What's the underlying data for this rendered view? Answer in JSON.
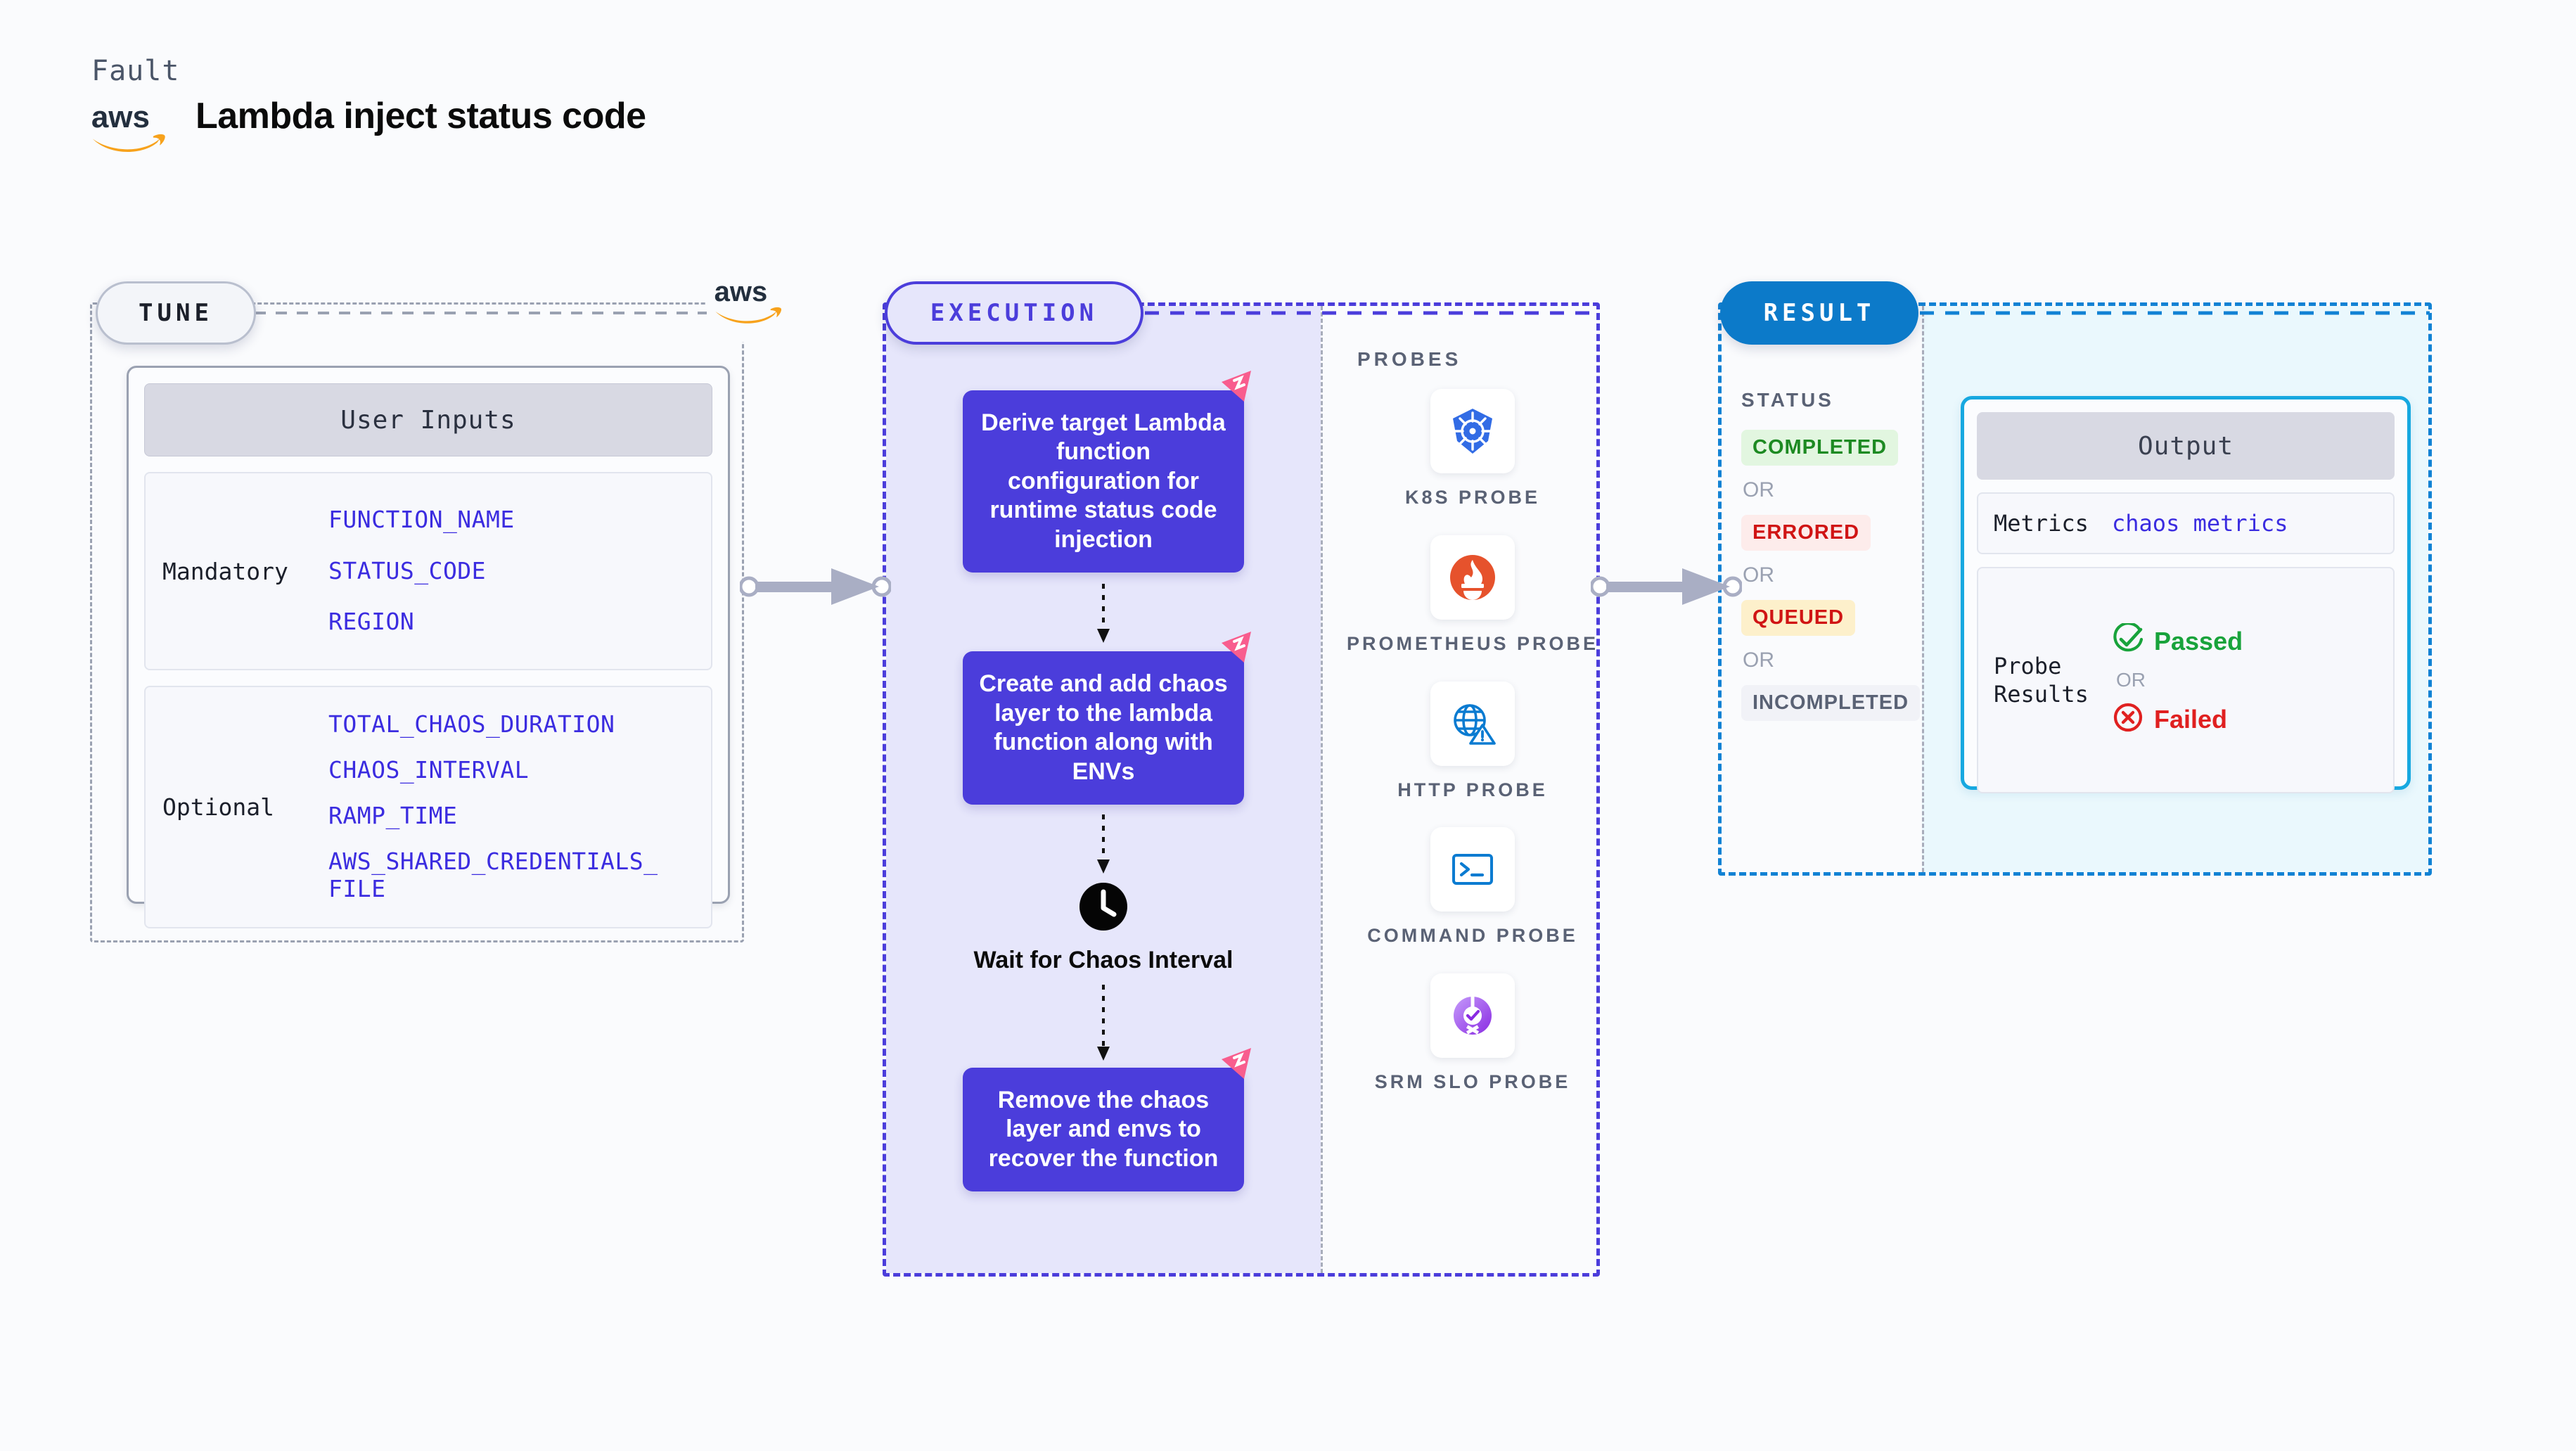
{
  "header": {
    "eyebrow": "Fault",
    "title": "Lambda inject status code",
    "logo_icon": "aws-logo-icon"
  },
  "tune": {
    "pill_label": "TUNE",
    "aws_badge_icon": "aws-logo-icon",
    "card_title": "User Inputs",
    "groups": [
      {
        "label": "Mandatory",
        "params": [
          "FUNCTION_NAME",
          "STATUS_CODE",
          "REGION"
        ]
      },
      {
        "label": "Optional",
        "params": [
          "TOTAL_CHAOS_DURATION",
          "CHAOS_INTERVAL",
          "RAMP_TIME",
          "AWS_SHARED_CREDENTIALS_\nFILE"
        ]
      }
    ]
  },
  "execution": {
    "pill_label": "EXECUTION",
    "steps": [
      {
        "text": "Derive target Lambda function configuration for runtime status code injection",
        "badge_icon": "litmus-chaos-icon"
      },
      {
        "text": "Create and add chaos layer to the lambda function along with ENVs",
        "badge_icon": "litmus-chaos-icon"
      }
    ],
    "wait": {
      "icon": "clock-icon",
      "label": "Wait for Chaos Interval"
    },
    "final_step": {
      "text": "Remove the chaos layer and envs to recover the function",
      "badge_icon": "litmus-chaos-icon"
    }
  },
  "probes": {
    "title": "PROBES",
    "items": [
      {
        "label": "K8S PROBE",
        "icon": "kubernetes-icon"
      },
      {
        "label": "PROMETHEUS PROBE",
        "icon": "prometheus-icon"
      },
      {
        "label": "HTTP PROBE",
        "icon": "http-globe-warning-icon"
      },
      {
        "label": "COMMAND PROBE",
        "icon": "terminal-icon"
      },
      {
        "label": "SRM SLO PROBE",
        "icon": "srm-slo-icon"
      }
    ]
  },
  "result": {
    "pill_label": "RESULT",
    "status_title": "STATUS",
    "or_label": "OR",
    "statuses": [
      {
        "label": "COMPLETED",
        "color": "#1d8a22",
        "bg": "#e2f6e0"
      },
      {
        "label": "ERRORED",
        "color": "#d01414",
        "bg": "#fdeceb"
      },
      {
        "label": "QUEUED",
        "color": "#d01414",
        "bg": "#fdf0cb"
      },
      {
        "label": "INCOMPLETED",
        "color": "#5a6275",
        "bg": "#f1f2f7"
      }
    ],
    "output": {
      "title": "Output",
      "metrics_key": "Metrics",
      "metrics_value": "chaos metrics",
      "probe_key": "Probe Results",
      "passed_label": "Passed",
      "passed_icon": "check-circle-icon",
      "failed_label": "Failed",
      "failed_icon": "x-circle-icon",
      "or_label": "OR"
    }
  },
  "connectors": {
    "tune_to_execution_icon": "arrow-right-icon",
    "execution_to_result_icon": "arrow-right-icon"
  },
  "colors": {
    "accent_purple": "#4b3ddb",
    "accent_blue": "#0c7ac9",
    "accent_cyan": "#17a8e0",
    "param_blue": "#3b2ce0",
    "aws_orange": "#f7a21c",
    "litmus_pink": "#f85d8e"
  }
}
